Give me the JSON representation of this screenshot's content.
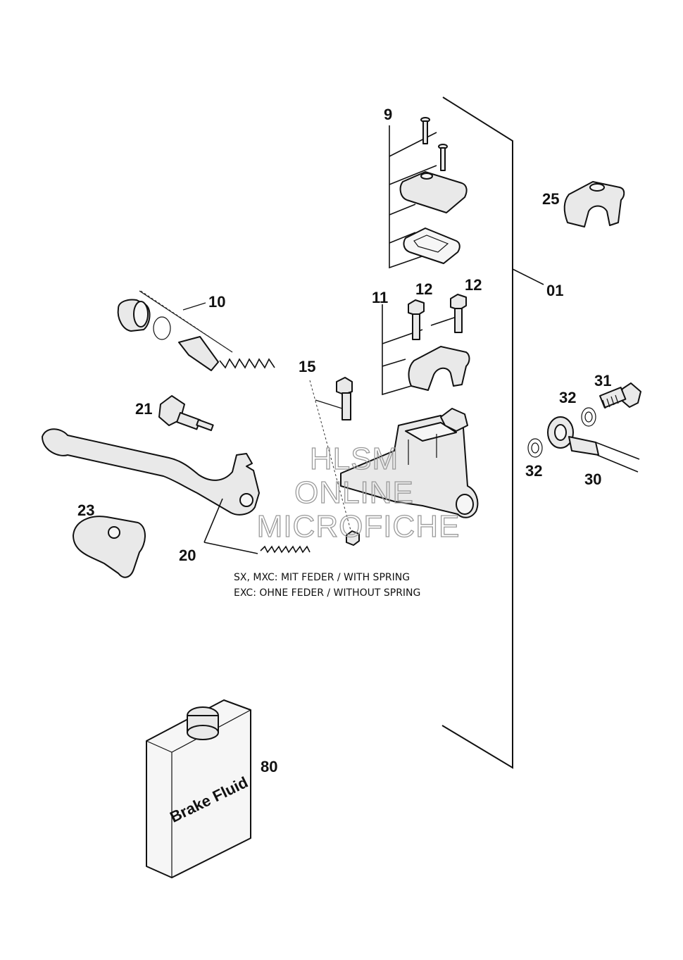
{
  "callouts": {
    "c9": "9",
    "c25": "25",
    "c01": "01",
    "c10": "10",
    "c11": "11",
    "c12a": "12",
    "c12b": "12",
    "c15": "15",
    "c21": "21",
    "c31": "31",
    "c32a": "32",
    "c32b": "32",
    "c30": "30",
    "c23": "23",
    "c20": "20",
    "c80": "80"
  },
  "notes": {
    "line1": "SX, MXC: MIT FEDER / WITH SPRING",
    "line2": "EXC: OHNE FEDER / WITHOUT SPRING"
  },
  "bottle_label": "Brake Fluid",
  "watermark": {
    "line1": "HLSM",
    "line2": "ONLINE",
    "line3": "MICROFICHE"
  }
}
